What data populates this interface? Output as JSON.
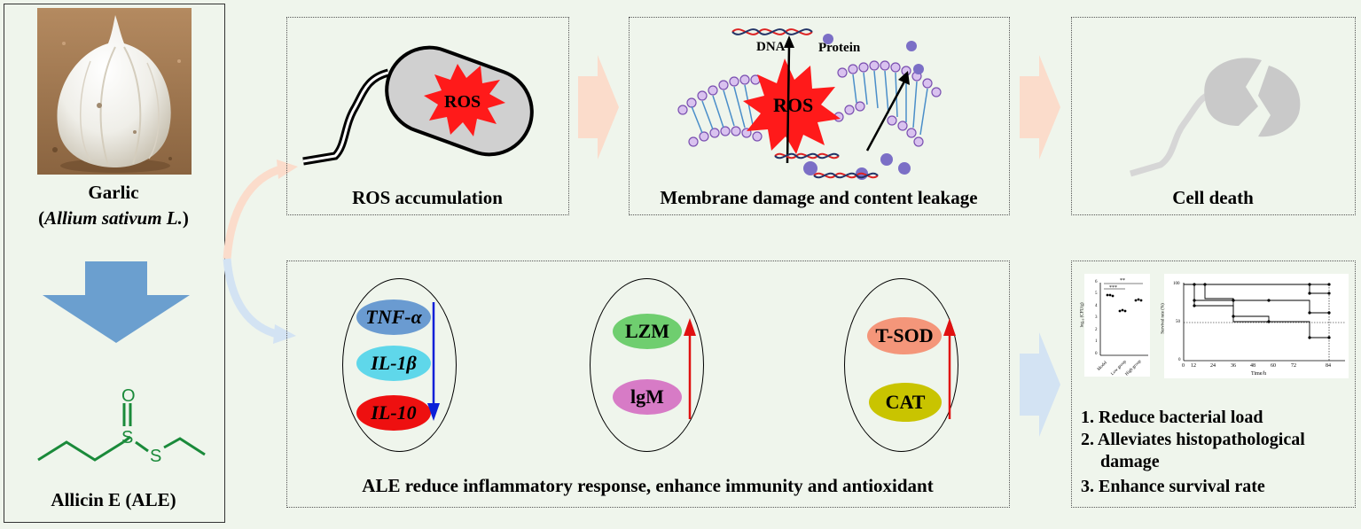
{
  "left_column": {
    "garlic_name": "Garlic",
    "garlic_latin_open": "(",
    "garlic_latin": "Allium sativum L.",
    "garlic_latin_close": ")",
    "compound_name": "Allicin E (ALE)",
    "structure_atoms": {
      "oxygen": "O",
      "sulfur_1": "S",
      "sulfur_2": "S"
    }
  },
  "top_row": {
    "ros_panel": {
      "caption": "ROS accumulation",
      "ros_label": "ROS"
    },
    "membrane_panel": {
      "caption": "Membrane damage and content leakage",
      "ros_label": "ROS",
      "dna_label": "DNA",
      "protein_label": "Protein"
    },
    "death_panel": {
      "caption": "Cell death"
    }
  },
  "middle_panel": {
    "caption": "ALE reduce inflammatory response, enhance immunity and antioxidant",
    "groups": [
      {
        "markers": [
          "TNF-α",
          "IL-1β",
          "IL-10"
        ],
        "trend": "down",
        "colors": [
          "#6a9bd1",
          "#5fd7ea",
          "#ee1010"
        ]
      },
      {
        "markers": [
          "LZM",
          "lgM"
        ],
        "trend": "up",
        "colors": [
          "#6fce6f",
          "#d77bc6"
        ]
      },
      {
        "markers": [
          "T-SOD",
          "CAT"
        ],
        "trend": "up",
        "colors": [
          "#f4967a",
          "#c9c400"
        ]
      }
    ]
  },
  "right_panel": {
    "bacterial_chart": {
      "ylabel": "log₁₀ (CFU/g)",
      "yticks": [
        "6",
        "5",
        "4",
        "3",
        "2",
        "1",
        "0"
      ],
      "categories": [
        "Model",
        "Low group",
        "High group"
      ],
      "significance": [
        "***",
        "**"
      ]
    },
    "survival_chart": {
      "ylabel": "Survival rate (%)",
      "xlabel": "Time/h",
      "yticks": [
        "100",
        "50",
        "0"
      ],
      "xticks": [
        "0",
        "12",
        "24",
        "36",
        "48",
        "60",
        "72",
        "84"
      ]
    },
    "outcomes": [
      "1. Reduce bacterial load",
      "2. Alleviates histopathological damage",
      "3. Enhance survival rate"
    ]
  },
  "colors": {
    "background": "#eff5ec",
    "flow_arrow": "#fbdccb",
    "blue_arrow": "#6b9fcf",
    "light_blue_arrow": "#d3e3f3",
    "ros_burst": "#ff1a1a",
    "molecule_green": "#1a8a3a",
    "protein_dot": "#7b6fc6",
    "down_arrow": "#0b1fd8",
    "up_arrow": "#e01010"
  }
}
